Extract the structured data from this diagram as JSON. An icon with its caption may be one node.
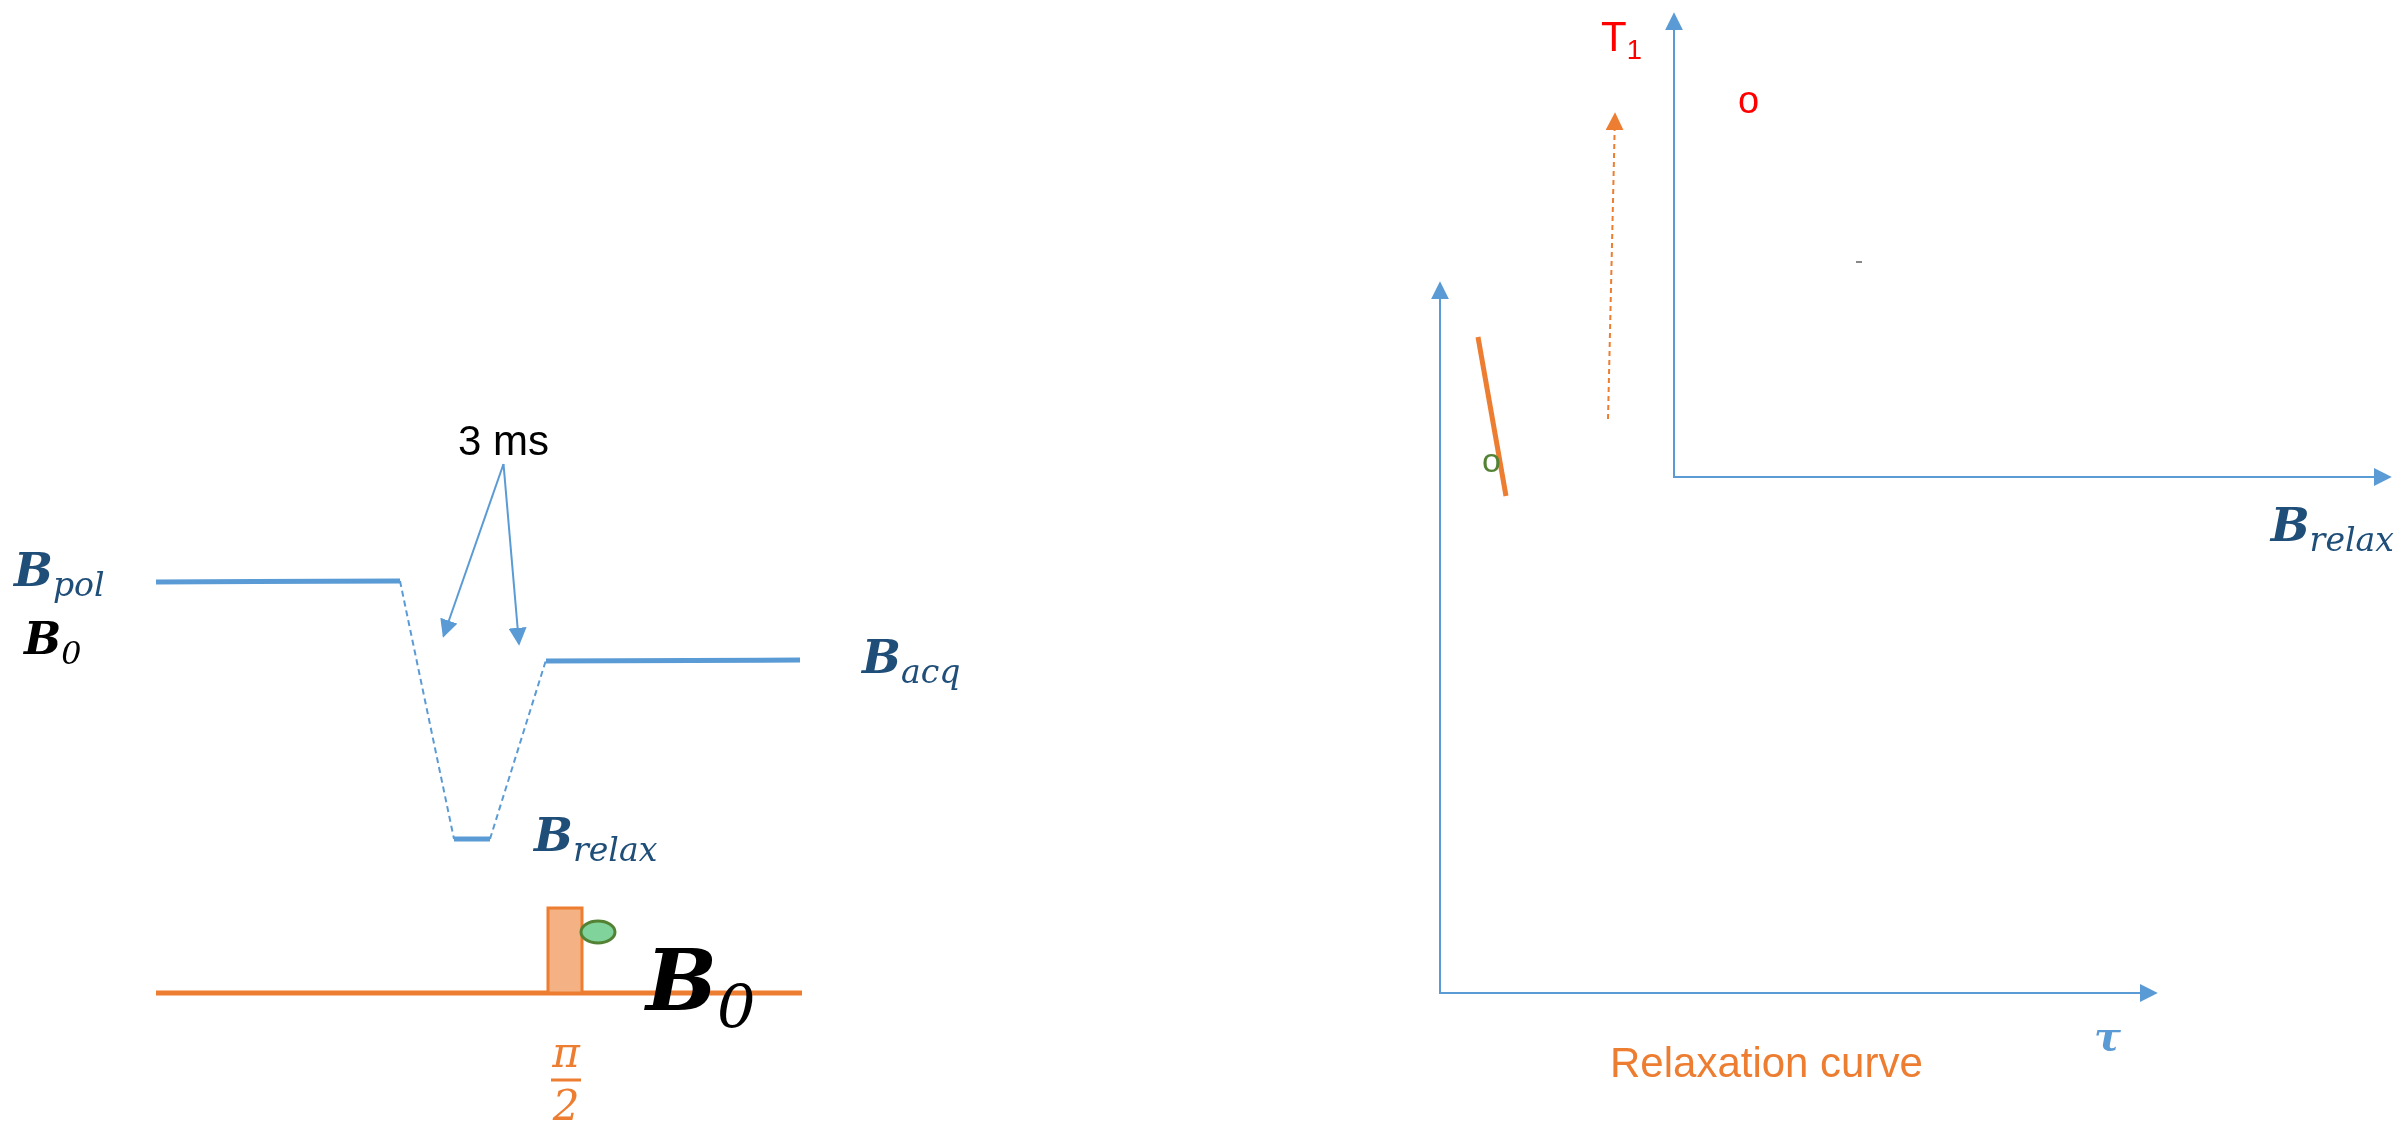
{
  "diagram": {
    "nodes": [
      {
        "text": [
          "3 ms"
        ]
      },
      {
        "text": [],
        "shape": "line"
      },
      {
        "text": [],
        "shape": "line"
      }
    ],
    "edges": [
      {
        "from": 0,
        "to": 1,
        "arrow": "to"
      },
      {
        "from": 0,
        "to": 2,
        "arrow": "to"
      }
    ],
    "labels": [
      "B$_{pol}$",
      "B$_{0}$",
      "B$_{acq}$",
      "B$_{relax}$",
      "B$_{0}$",
      "π",
      "2",
      "T$_{1}$",
      "o",
      "o",
      "B$_{relax}$",
      "τ",
      "Relaxation curve"
    ]
  }
}
